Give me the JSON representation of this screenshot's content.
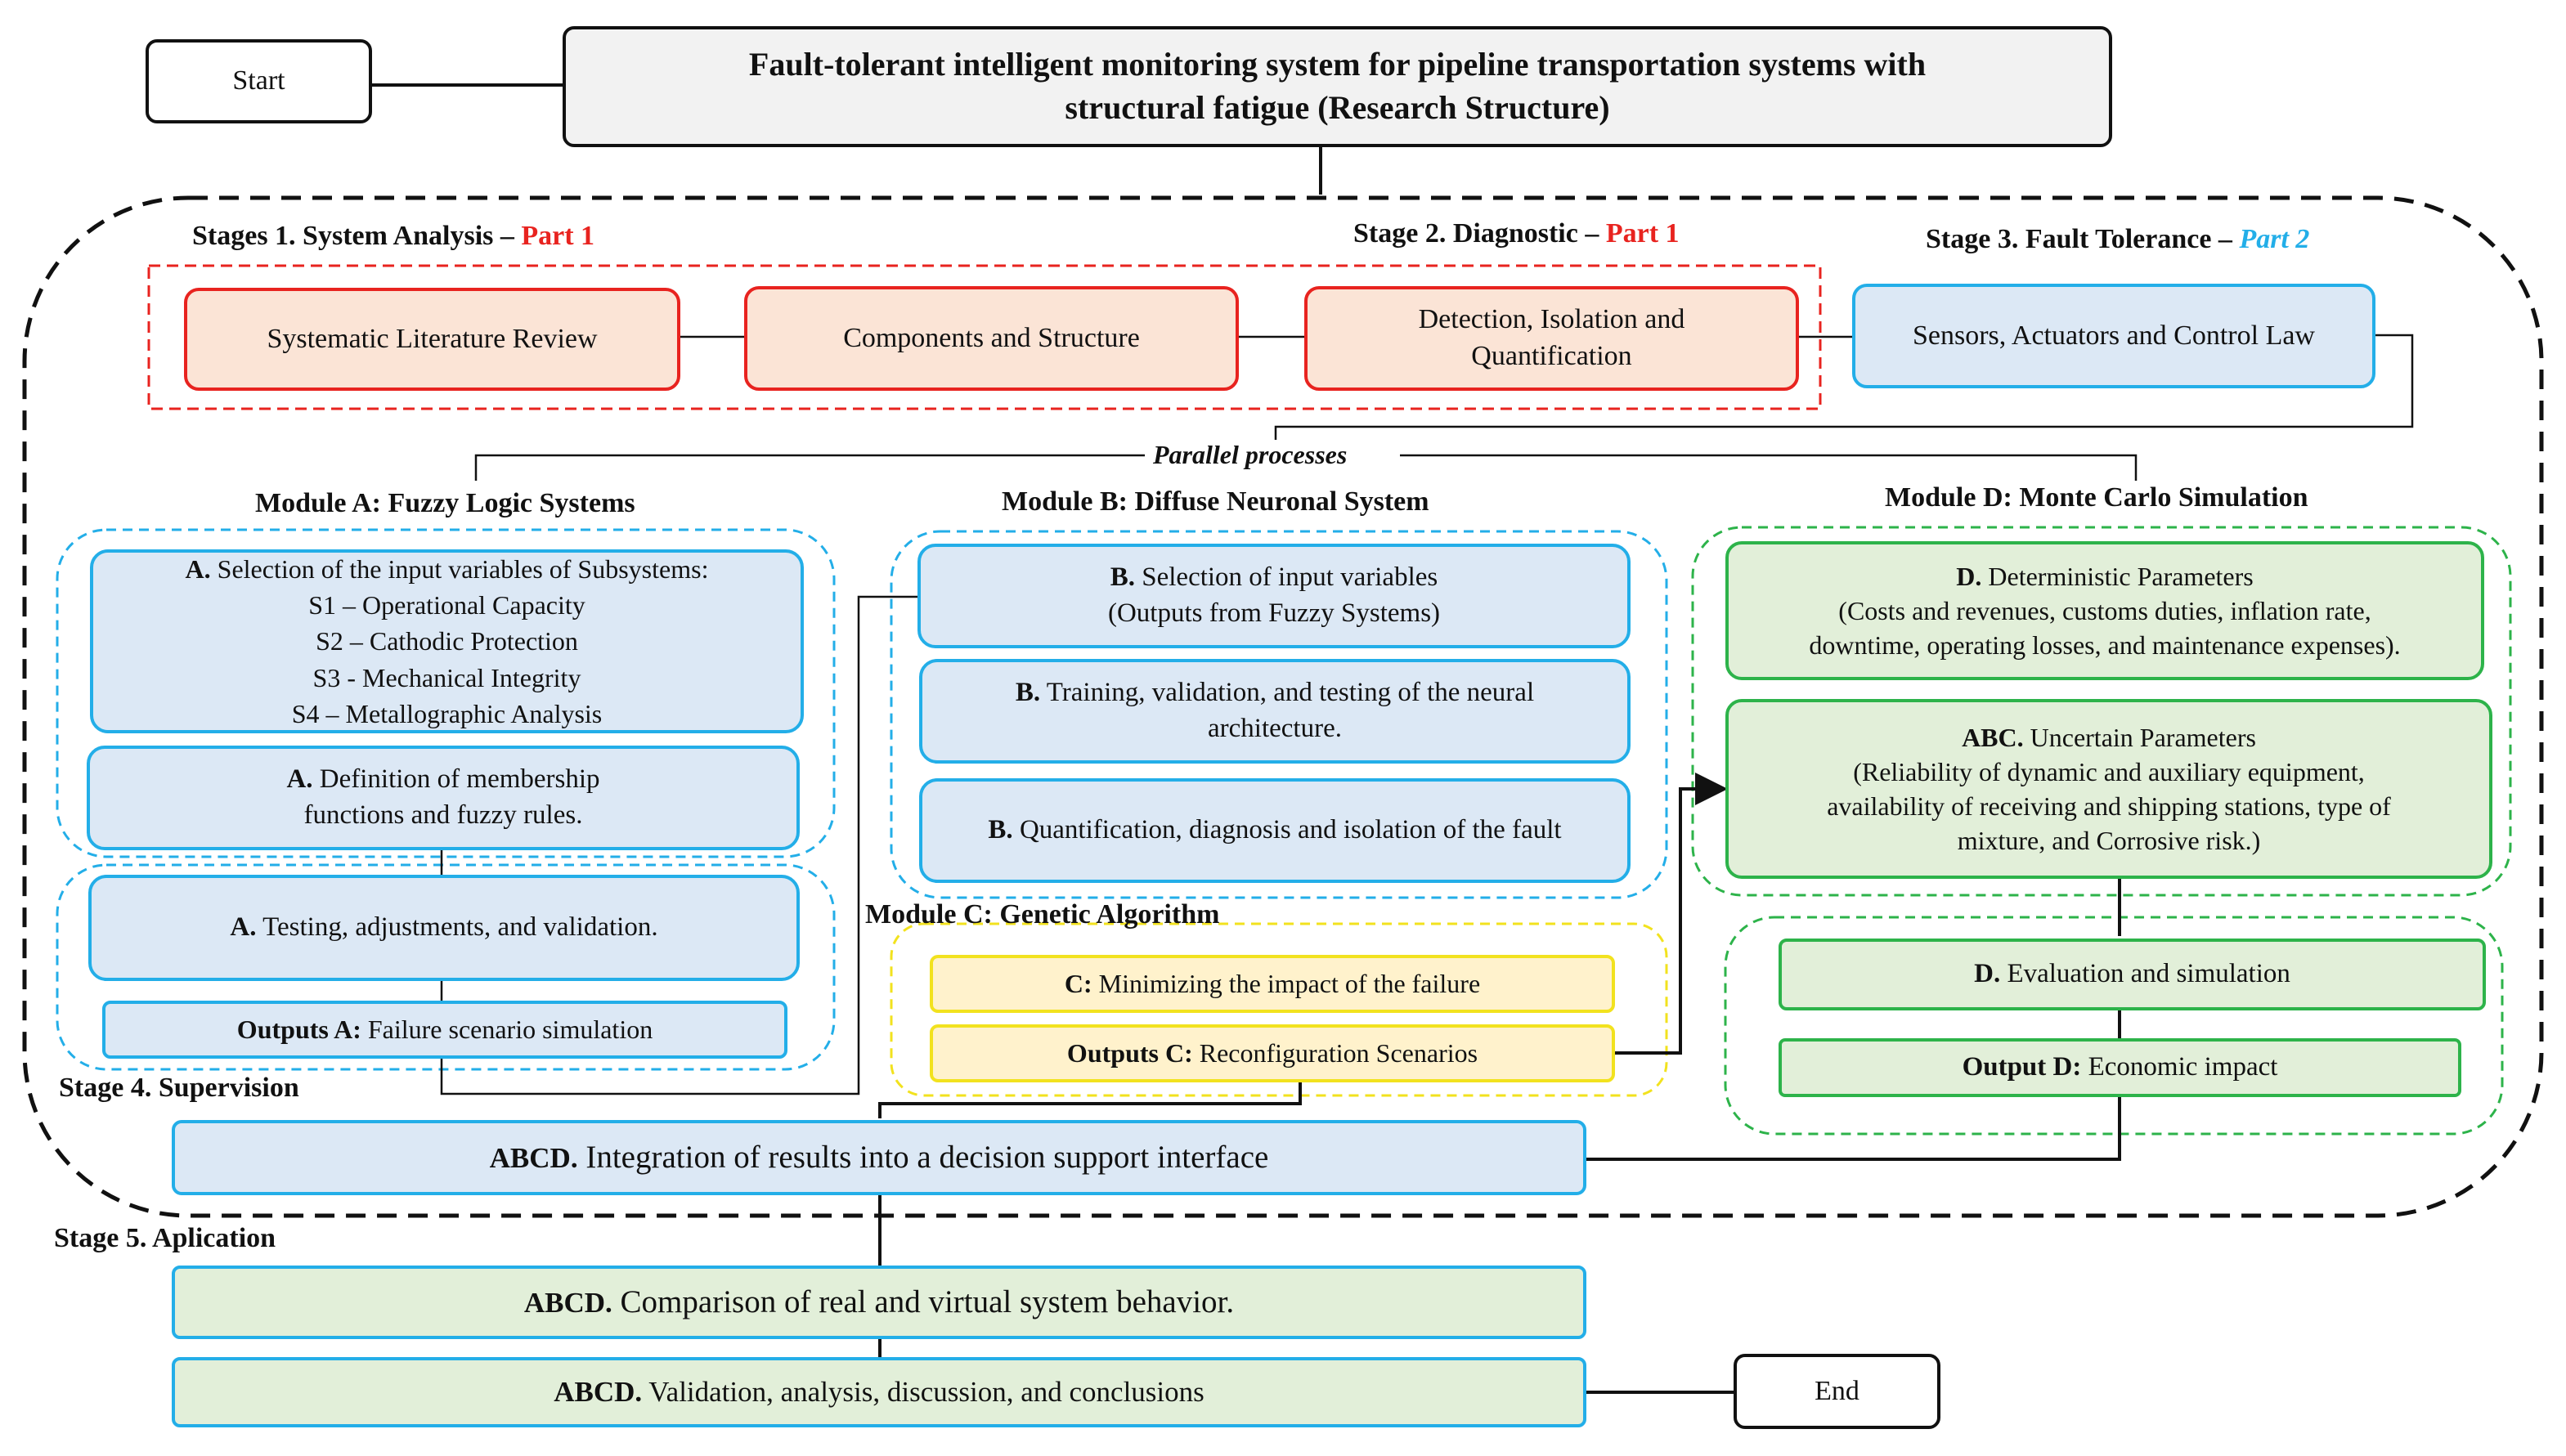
{
  "start": "Start",
  "end": "End",
  "title": {
    "line1": "Fault-tolerant intelligent monitoring system for pipeline transportation systems with",
    "line2": "structural fatigue (Research Structure)"
  },
  "stages": {
    "s1": {
      "text": "Stages 1. System Analysis – ",
      "part": "Part 1"
    },
    "s2": {
      "text": "Stage 2. Diagnostic – ",
      "part": "Part 1"
    },
    "s3": {
      "text": "Stage 3. Fault Tolerance – ",
      "part": "Part 2"
    },
    "s4": "Stage 4. Supervision",
    "s5": "Stage 5. Aplication"
  },
  "top_boxes": {
    "lit": "Systematic Literature Review",
    "comp": "Components and Structure",
    "det1": "Detection, Isolation and",
    "det2": "Quantification",
    "sens": "Sensors, Actuators and Control Law"
  },
  "parallel": "Parallel processes",
  "modules": {
    "a": "Module A: Fuzzy Logic Systems",
    "b": "Module B: Diffuse Neuronal System",
    "c": "Module C: Genetic Algorithm",
    "d": "Module D: Monte Carlo Simulation"
  },
  "module_a": {
    "a1_key": "A.",
    "a1_text": " Selection of the input variables of Subsystems:",
    "a1_s1": "S1 – Operational Capacity",
    "a1_s2": "S2 – Cathodic Protection",
    "a1_s3": "S3 -  Mechanical Integrity",
    "a1_s4": "S4 – Metallographic Analysis",
    "a2_key": "A.",
    "a2_l1": " Definition of membership",
    "a2_l2": "functions and fuzzy rules.",
    "a3_key": "A.",
    "a3_text": " Testing, adjustments, and validation.",
    "out_key": "Outputs A:",
    "out_text": " Failure scenario simulation"
  },
  "module_b": {
    "b1_key": "B.",
    "b1_l1": " Selection of input variables",
    "b1_l2": "(Outputs from Fuzzy Systems)",
    "b2_key": "B.",
    "b2_l1": " Training, validation, and testing of the neural",
    "b2_l2": "architecture.",
    "b3_key": "B.",
    "b3_text": " Quantification, diagnosis and isolation of the fault"
  },
  "module_c": {
    "c1_key": "C:",
    "c1_text": " Minimizing the impact of the failure",
    "out_key": "Outputs C:",
    "out_text": " Reconfiguration Scenarios"
  },
  "module_d": {
    "d1_key": "D.",
    "d1_l1": " Deterministic Parameters",
    "d1_l2": "(Costs and revenues, customs duties, inflation rate,",
    "d1_l3": "downtime, operating losses, and maintenance expenses).",
    "d2_key": "ABC.",
    "d2_l1": " Uncertain Parameters",
    "d2_l2": "(Reliability of dynamic and auxiliary equipment,",
    "d2_l3": "availability of receiving and shipping stations, type of",
    "d2_l4": "mixture, and Corrosive risk.)",
    "d3_key": "D.",
    "d3_text": " Evaluation and simulation",
    "out_key": "Output D:",
    "out_text": " Economic impact"
  },
  "abcd": {
    "integ_key": "ABCD.",
    "integ_text": " Integration of results into a decision support interface",
    "comp_key": "ABCD.",
    "comp_text": " Comparison of real and virtual system behavior.",
    "valid_key": "ABCD.",
    "valid_text": " Validation, analysis, discussion, and conclusions"
  },
  "colors": {
    "red": "#e8231f",
    "cyan": "#23aee8",
    "green": "#2db34a",
    "yellow": "#f2e21e",
    "blue_fill": "#dce8f5",
    "green_fill": "#e2efd9",
    "red_fill": "#fbe4d6",
    "yellow_fill": "#fff2cc"
  }
}
